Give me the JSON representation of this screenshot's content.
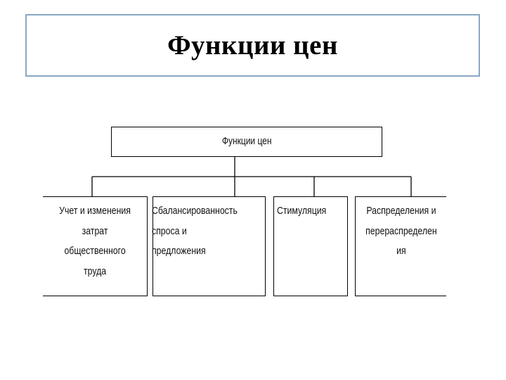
{
  "slide": {
    "title": "Функции цен"
  },
  "diagram": {
    "root": "Функции цен",
    "children": [
      "Учет и изменения\nзатрат\nобщественного\nтруда",
      "Сбалансированность\nспроса и\nпредложения",
      "Стимуляция",
      "Распределения и\nперераспределен\nия"
    ]
  }
}
